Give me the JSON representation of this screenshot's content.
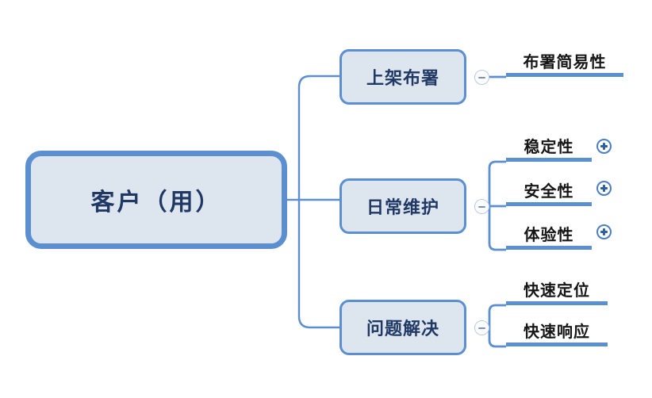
{
  "diagram": {
    "type": "mind-map",
    "orientation": "left-to-right",
    "colors": {
      "node_fill": "#dde5ef",
      "node_border": "#5b8fd0",
      "node_text": "#1f3864",
      "connector": "#5b8fd0",
      "leaf_bar": "#5b8fd0",
      "leaf_text": "#161616",
      "background": "#ffffff"
    },
    "root": {
      "label": "客户（用）"
    },
    "branches": [
      {
        "label": "上架布署",
        "toggle": "minus",
        "toggle_icon": "collapse-minus-icon",
        "children": [
          {
            "label": "布署简易性",
            "toggle": "none"
          }
        ]
      },
      {
        "label": "日常维护",
        "toggle": "minus",
        "toggle_icon": "collapse-minus-icon",
        "children": [
          {
            "label": "稳定性",
            "toggle": "plus",
            "toggle_icon": "expand-plus-icon"
          },
          {
            "label": "安全性",
            "toggle": "plus",
            "toggle_icon": "expand-plus-icon"
          },
          {
            "label": "体验性",
            "toggle": "plus",
            "toggle_icon": "expand-plus-icon"
          }
        ]
      },
      {
        "label": "问题解决",
        "toggle": "minus",
        "toggle_icon": "collapse-minus-icon",
        "children": [
          {
            "label": "快速定位",
            "toggle": "none"
          },
          {
            "label": "快速响应",
            "toggle": "none"
          }
        ]
      }
    ]
  }
}
